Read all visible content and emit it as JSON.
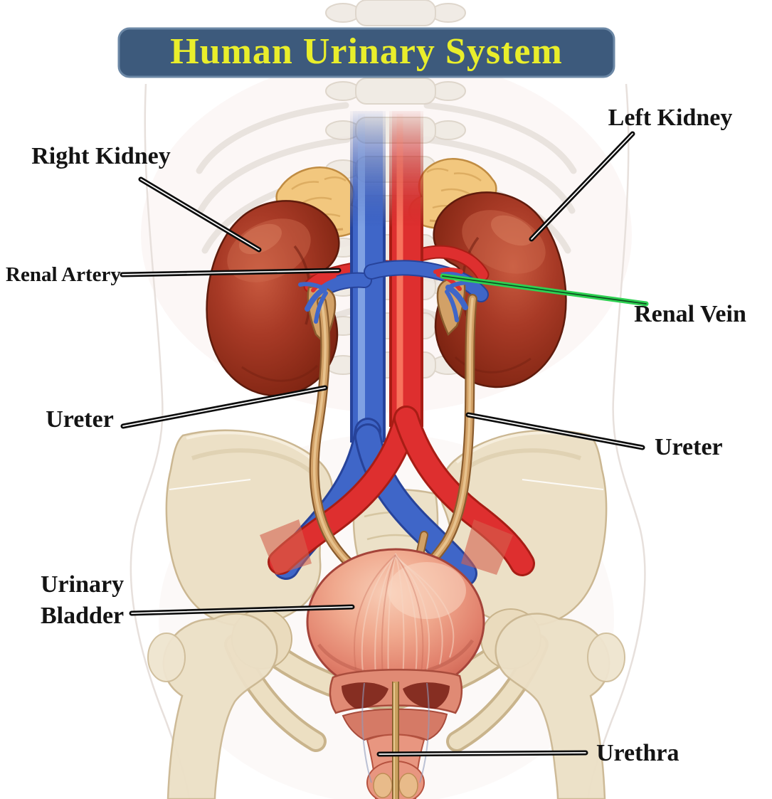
{
  "diagram": {
    "title": "Human Urinary System"
  },
  "labels": {
    "right_kidney": "Right Kidney",
    "renal_artery": "Renal Artery",
    "left_kidney": "Left Kidney",
    "renal_vein": "Renal Vein",
    "ureter_left": "Ureter",
    "ureter_right": "Ureter",
    "urinary_bladder_line1": "Urinary",
    "urinary_bladder_line2": "Bladder",
    "urethra": "Urethra"
  },
  "colors": {
    "banner_bg": "#3d5a7c",
    "banner_border": "#6c88a6",
    "title_text": "#e9ee2b",
    "label_text": "#141414",
    "leader_line": "#0d0d0d",
    "renal_vein_leader_green": "#2ed152",
    "artery_red": "#de2f2f",
    "vein_blue": "#3f66c8",
    "kidney_red": "#a83a26",
    "adrenal_tan": "#f2c77e",
    "ureter_tan": "#d2a167",
    "bladder_coral": "#e2826d",
    "bone_beige": "#ece0c6"
  }
}
